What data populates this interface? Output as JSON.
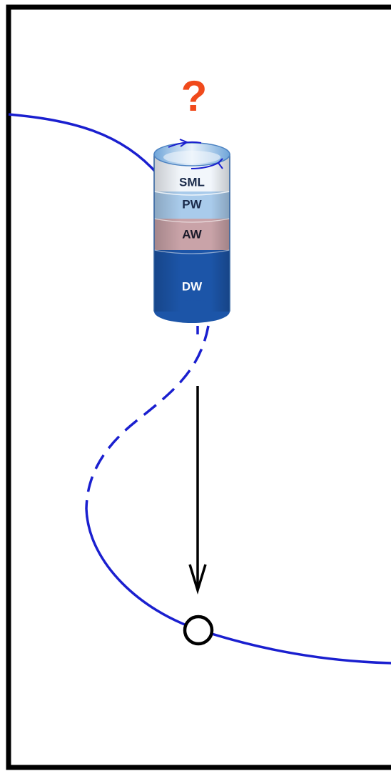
{
  "question_mark": "?",
  "colors": {
    "frame": "#000000",
    "curve": "#1a1fcf",
    "question": "#f04a1c",
    "arrow": "#000000"
  },
  "layers": [
    {
      "label": "SML",
      "fill": "#f2f6fb",
      "text_color": "#1a2a4a"
    },
    {
      "label": "PW",
      "fill": "#a9cbeb",
      "text_color": "#1a2a4a"
    },
    {
      "label": "AW",
      "fill": "#c9a3a8",
      "text_color": "#1a1a2a"
    },
    {
      "label": "DW",
      "fill": "#1c55a8",
      "text_color": "#ffffff"
    }
  ]
}
